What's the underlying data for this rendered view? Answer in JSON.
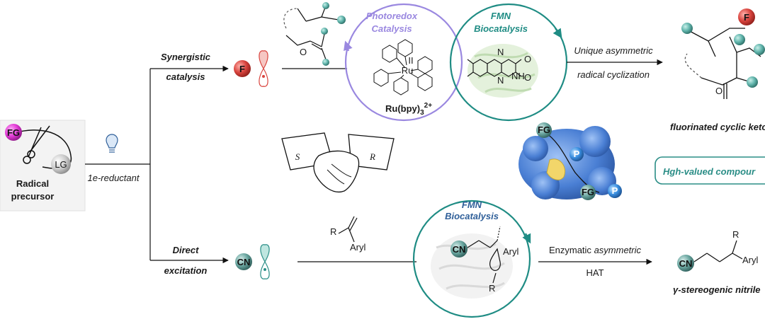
{
  "precursor": {
    "fg_badge": "FG",
    "lg_badge": "LG",
    "title_line1": "Radical",
    "title_line2": "precursor"
  },
  "reductant_label": "1e-reductant",
  "upper_branch": {
    "label_line1": "Synergistic",
    "label_line2": "catalysis",
    "radical_atom": "F",
    "photoredox_line1": "Photoredox",
    "photoredox_line2": "Catalysis",
    "ru_label": "Ru(bpy)",
    "ru_sub": "3",
    "ru_sup": "2+",
    "ru_center": "Ru",
    "ru_charge": "II",
    "fmn_line1": "FMN",
    "fmn_line2": "Biocatalysis",
    "arrow_line1": "Unique asymmetric",
    "arrow_line2": "radical cyclization",
    "product_atom": "F",
    "product_caption": "fluorinated cyclic keto",
    "ketone_o": "O",
    "alkene_o": "O"
  },
  "middle": {
    "handshake_left": "S",
    "handshake_right": "R",
    "enzyme_fg": "FG",
    "enzyme_p": "P",
    "enzyme_fg2": "FG",
    "enzyme_p2": "P",
    "value_box": "Hgh-valued compour"
  },
  "lower_branch": {
    "label_line1": "Direct",
    "label_line2": "excitation",
    "radical_group": "CN",
    "alkene_r": "R",
    "alkene_aryl": "Aryl",
    "fmn_line1": "FMN",
    "fmn_line2": "Biocatalysis",
    "inner_cn": "CN",
    "inner_aryl": "Aryl",
    "inner_r": "R",
    "arrow_line1_plain": "Enzymatic",
    "arrow_line1_italic": "asymmetric",
    "arrow_line2": "HAT",
    "product_group": "CN",
    "product_r": "R",
    "product_aryl": "Aryl",
    "product_caption": "γ-stereogenic nitrile"
  },
  "colors": {
    "fluorine_red": "#d9443e",
    "fg_magenta": "#e23ad6",
    "teal": "#2a8d86",
    "teal_ring": "#1f8c84",
    "photoredox_purple": "#9a88e0",
    "protein_blue": "#4a7fd4",
    "fmn_blue": "#2f5f99",
    "lg_gray": "#b8b8b8"
  }
}
